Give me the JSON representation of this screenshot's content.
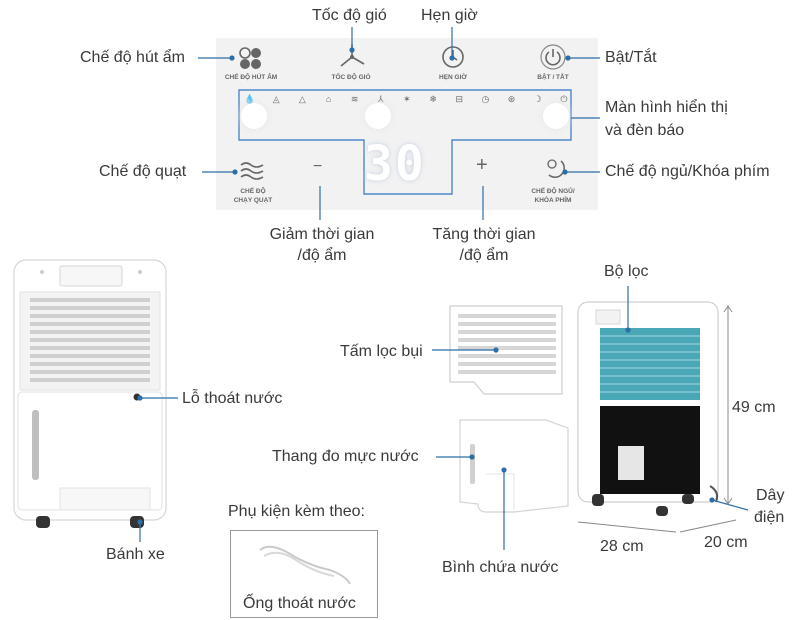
{
  "panel": {
    "labels": {
      "dehumidify": "CHẾ ĐỘ HÚT ẨM",
      "fan_speed": "TỐC ĐỘ GIÓ",
      "timer": "HẸN GIỜ",
      "power": "BẬT / TẮT",
      "fan_mode_1": "CHẾ ĐỘ",
      "fan_mode_2": "CHẠY QUẠT",
      "sleep_1": "CHẾ ĐỘ NGỦ/",
      "sleep_2": "KHÓA PHÍM"
    },
    "display_value": "30",
    "indicator_icons": [
      "water-drop-icon",
      "water-drop-small-icon",
      "laundry-icon",
      "shirt-icon",
      "wave-icon",
      "fan-icon",
      "star-icon",
      "snowflake-icon",
      "tank-icon",
      "clock-icon",
      "settings-icon",
      "moon-icon",
      "power-small-icon"
    ],
    "minus_symbol": "−",
    "plus_symbol": "+"
  },
  "callouts": {
    "dehumidify_mode": "Chế độ hút ẩm",
    "fan_speed": "Tốc độ gió",
    "timer": "Hẹn giờ",
    "power": "Bật/Tắt",
    "display_line1": "Màn hình hiển thị",
    "display_line2": "và đèn báo",
    "fan_mode": "Chế độ quạt",
    "sleep_lock": "Chế độ ngủ/Khóa phím",
    "decrease_line1": "Giảm thời gian",
    "decrease_line2": "/độ ẩm",
    "increase_line1": "Tăng thời gian",
    "increase_line2": "/độ ẩm",
    "drain_hole": "Lỗ thoát nước",
    "wheel": "Bánh xe",
    "accessories": "Phụ kiện kèm theo:",
    "drain_pipe": "Ống thoát nước",
    "dust_filter": "Tấm lọc bụi",
    "water_gauge": "Thang đo mực nước",
    "water_tank": "Bình chứa nước",
    "filter": "Bộ lọc",
    "height": "49 cm",
    "width": "28 cm",
    "depth": "20 cm",
    "cord_line1": "Dây",
    "cord_line2": "điện"
  },
  "colors": {
    "leader_line": "#2e6ea8",
    "panel_bg": "#f2f2f2",
    "display_frame": "#4d87c9",
    "device_body": "#ffffff",
    "coil": "#4aa7b5",
    "dimension_line": "#888888"
  }
}
